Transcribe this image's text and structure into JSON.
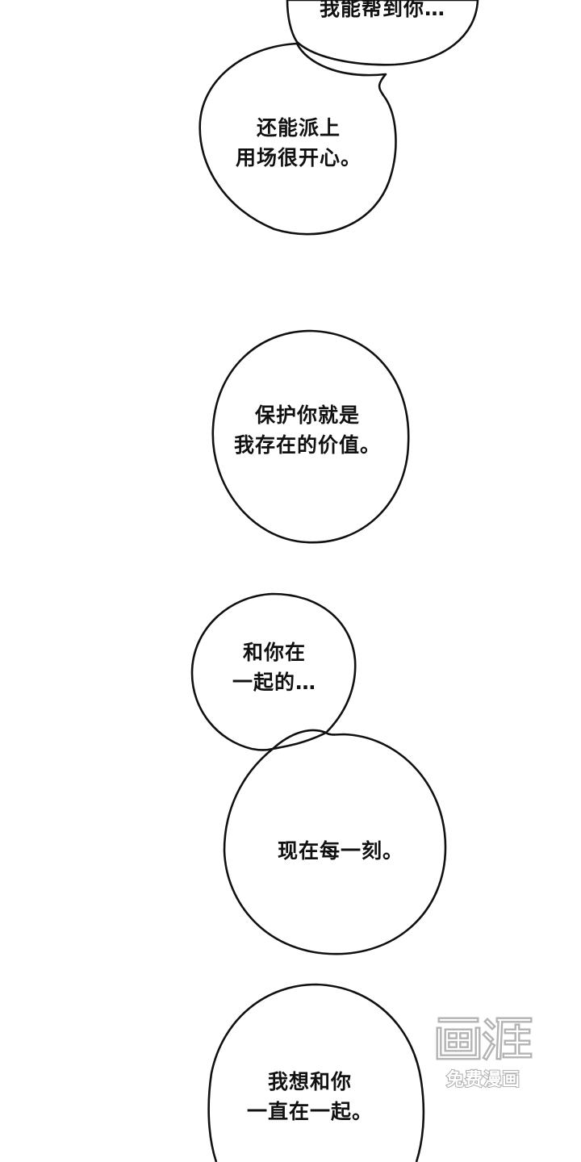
{
  "page": {
    "background_color": "#ffffff",
    "ink_color": "#111111"
  },
  "bubbles": [
    {
      "id": "bubble-1",
      "lines": [
        "我能帮到你…"
      ]
    },
    {
      "id": "bubble-2",
      "lines": [
        "还能派上",
        "用场很开心。"
      ]
    },
    {
      "id": "bubble-3",
      "lines": [
        "保护你就是",
        "我存在的价值。"
      ]
    },
    {
      "id": "bubble-4",
      "lines": [
        "和你在",
        "一起的…"
      ]
    },
    {
      "id": "bubble-5",
      "lines": [
        "现在每一刻。"
      ]
    },
    {
      "id": "bubble-6",
      "lines": [
        "我想和你",
        "一直在一起。"
      ]
    }
  ],
  "watermark": {
    "logo_text": "画涯",
    "caption": "免费漫画",
    "color": "#b0b0b0"
  }
}
